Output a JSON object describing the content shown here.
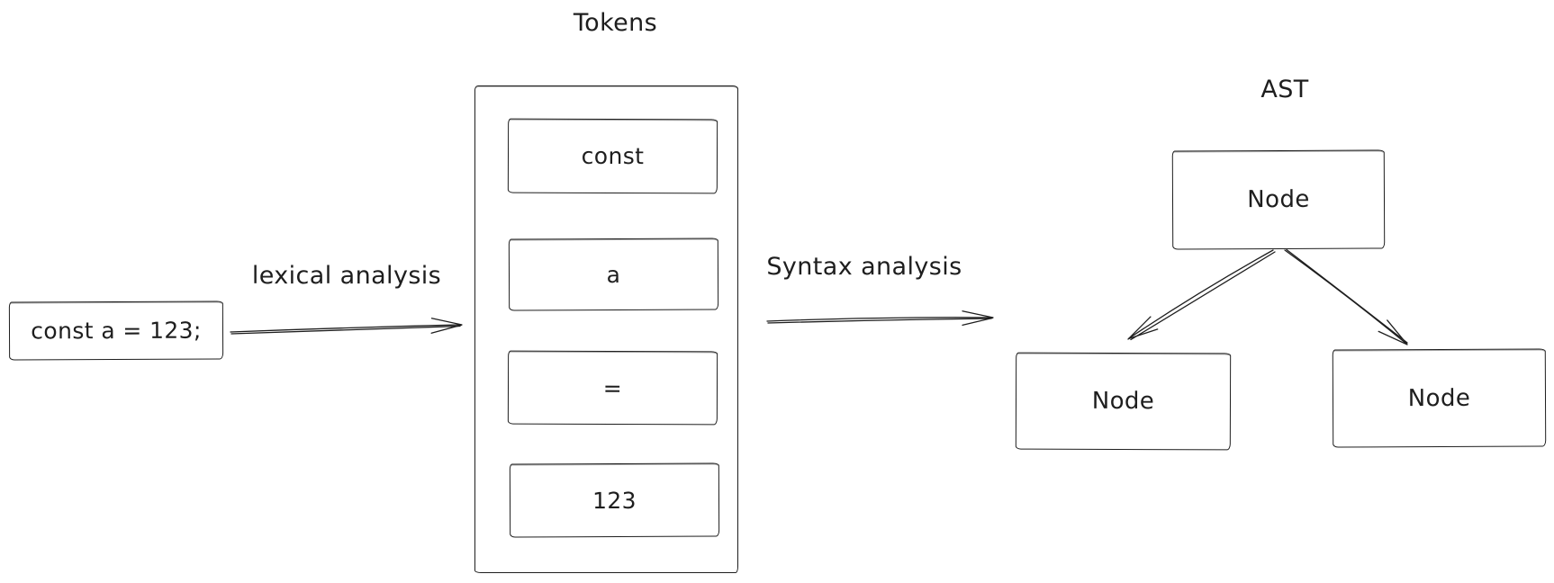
{
  "diagram": {
    "background_color": "#ffffff",
    "stroke_color": "#1e1e1e",
    "source_box": {
      "label": "const a = 123;"
    },
    "arrows": {
      "lexical": {
        "label": "lexical analysis"
      },
      "syntax": {
        "label": "Syntax analysis"
      }
    },
    "tokens": {
      "title": "Tokens",
      "items": [
        "const",
        "a",
        "=",
        "123"
      ]
    },
    "ast": {
      "title": "AST",
      "root": {
        "label": "Node"
      },
      "children": [
        {
          "label": "Node"
        },
        {
          "label": "Node"
        }
      ]
    }
  }
}
